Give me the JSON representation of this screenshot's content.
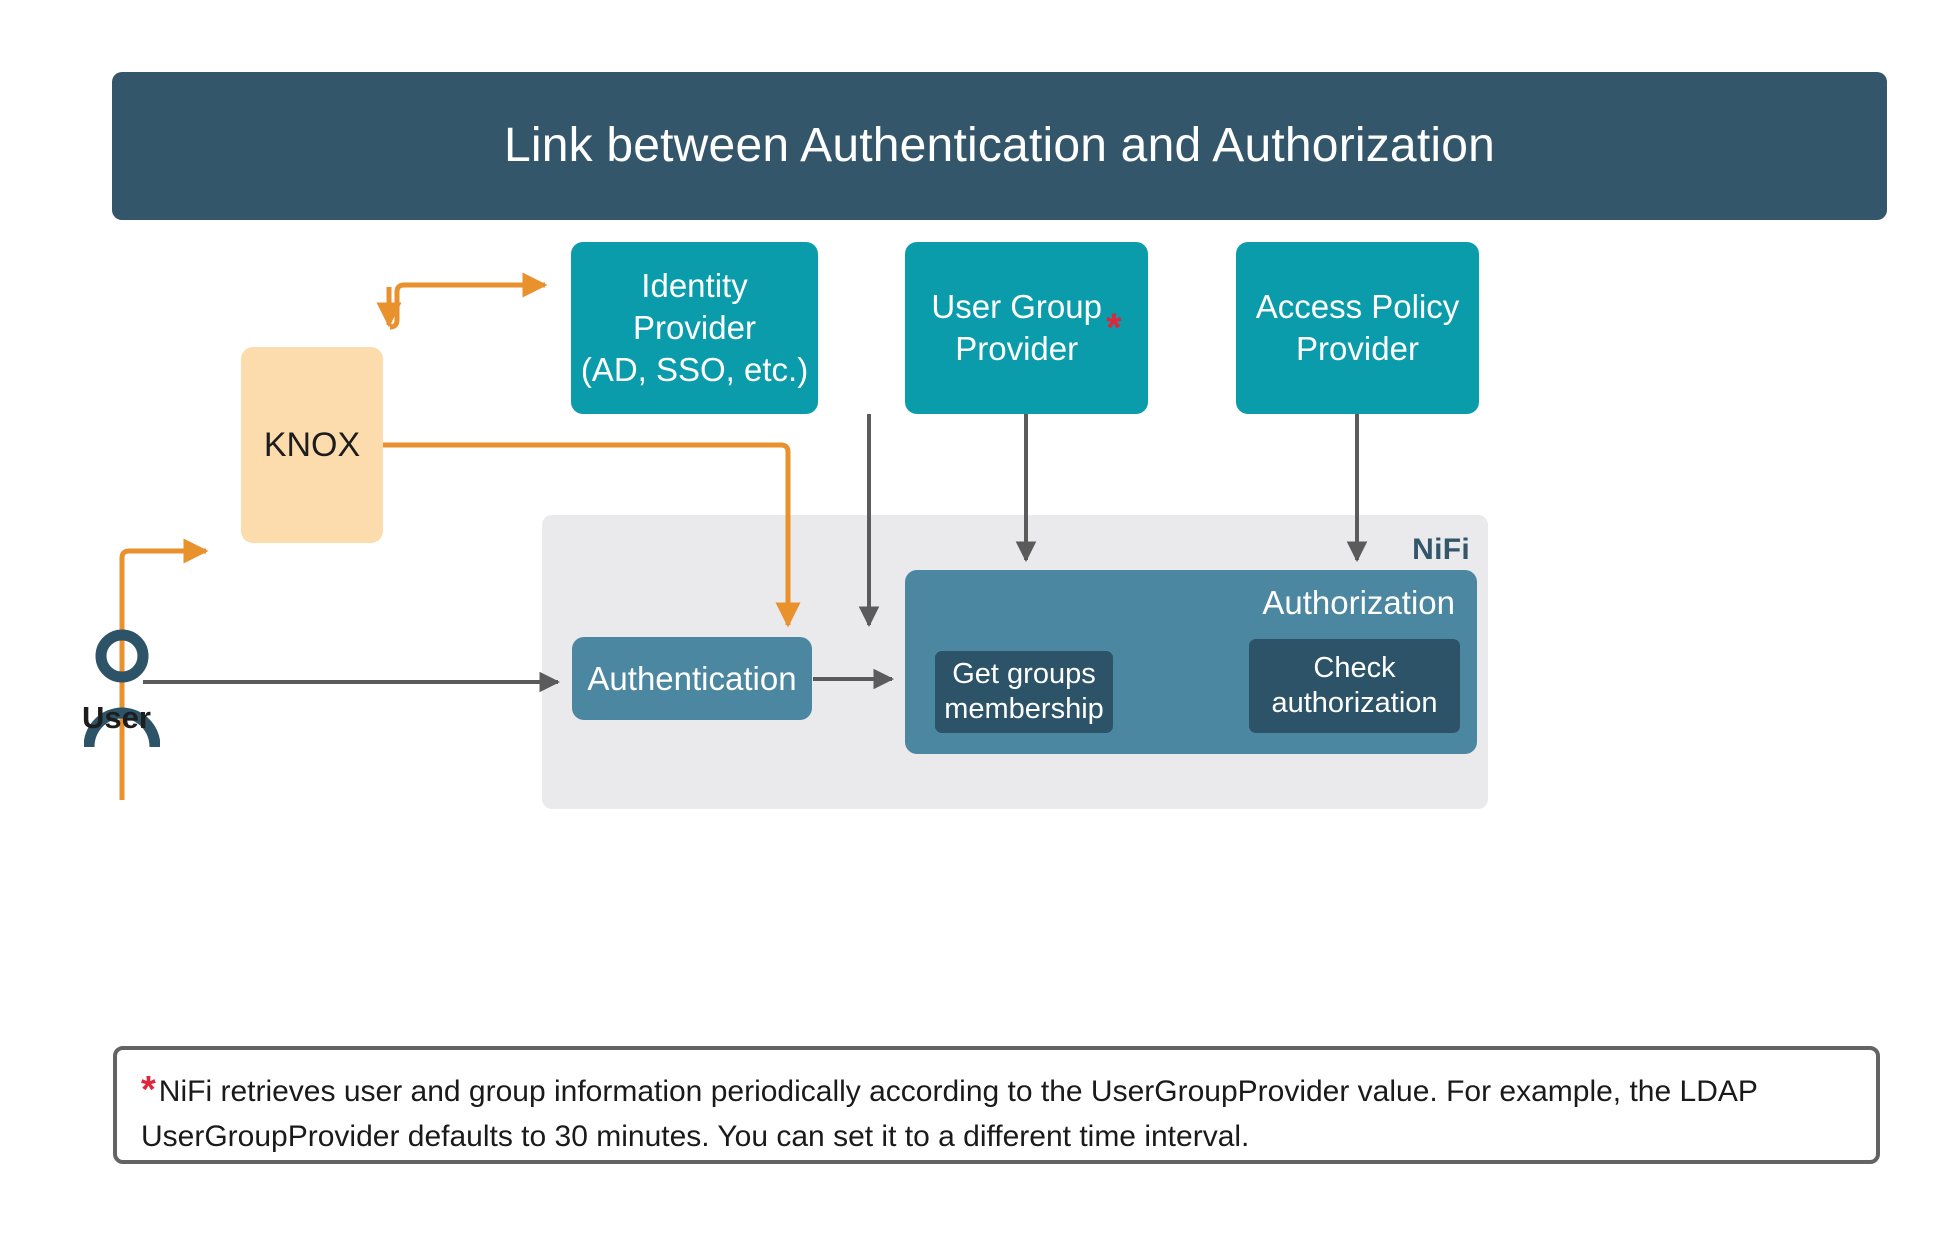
{
  "header": {
    "title": "Link between Authentication and Authorization",
    "background_color": "#34566a",
    "text_color": "#ffffff"
  },
  "colors": {
    "provider_teal": "#0b9cab",
    "knox_peach": "#fcdcad",
    "process_blue": "#4b87a0",
    "inner_process_dark": "#2c5367",
    "container_grey": "#eaeaec",
    "orange_arrow": "#e8912d",
    "grey_arrow": "#5b5b5b",
    "asterisk_red": "#e0263c",
    "nifi_label": "#34566a",
    "user_icon": "#2c5367"
  },
  "nodes": {
    "identity_provider": {
      "label": "Identity\nProvider\n(AD, SSO, etc.)",
      "type": "provider"
    },
    "user_group_provider": {
      "label": "User Group\nProvider",
      "asterisk": "*",
      "type": "provider"
    },
    "access_policy_provider": {
      "label": "Access Policy\nProvider",
      "type": "provider"
    },
    "knox": {
      "label": "KNOX",
      "type": "gateway"
    },
    "authentication": {
      "label": "Authentication",
      "type": "process"
    },
    "authorization": {
      "label": "Authorization",
      "type": "process-group"
    },
    "get_groups_membership": {
      "label": "Get groups\nmembership",
      "type": "sub-process"
    },
    "check_authorization": {
      "label": "Check\nauthorization",
      "type": "sub-process"
    },
    "nifi_container": {
      "label": "NiFi",
      "type": "boundary"
    },
    "user": {
      "label": "User",
      "icon": "person-icon",
      "type": "actor"
    }
  },
  "edges": [
    {
      "name": "user-to-knox",
      "from": "user",
      "to": "knox",
      "color": "#e8912d",
      "style": "orange-redirect"
    },
    {
      "name": "knox-to-identity-provider",
      "from": "knox",
      "to": "identity_provider",
      "color": "#e8912d",
      "style": "orange-redirect"
    },
    {
      "name": "identity-provider-to-knox",
      "from": "identity_provider",
      "to": "knox",
      "color": "#e8912d",
      "style": "orange-redirect"
    },
    {
      "name": "knox-to-authentication",
      "from": "knox",
      "to": "authentication",
      "color": "#e8912d",
      "style": "orange-redirect"
    },
    {
      "name": "identity-provider-to-authentication",
      "from": "identity_provider",
      "to": "authentication",
      "color": "#5b5b5b",
      "style": "grey-flow"
    },
    {
      "name": "user-to-authentication",
      "from": "user",
      "to": "authentication",
      "color": "#5b5b5b",
      "style": "grey-flow"
    },
    {
      "name": "authentication-to-authorization",
      "from": "authentication",
      "to": "authorization",
      "color": "#5b5b5b",
      "style": "grey-flow"
    },
    {
      "name": "user-group-provider-to-authorization",
      "from": "user_group_provider",
      "to": "authorization",
      "color": "#5b5b5b",
      "style": "grey-flow"
    },
    {
      "name": "access-policy-provider-to-authorization",
      "from": "access_policy_provider",
      "to": "authorization",
      "color": "#5b5b5b",
      "style": "grey-flow"
    },
    {
      "name": "get-groups-to-check-authorization",
      "from": "get_groups_membership",
      "to": "check_authorization",
      "color": "#5b5b5b",
      "style": "grey-flow"
    }
  ],
  "footnote": {
    "marker": "*",
    "text": "NiFi retrieves user and group information periodically according to the UserGroupProvider value. For example, the LDAP UserGroupProvider defaults to 30 minutes. You can set it to a different time interval."
  }
}
